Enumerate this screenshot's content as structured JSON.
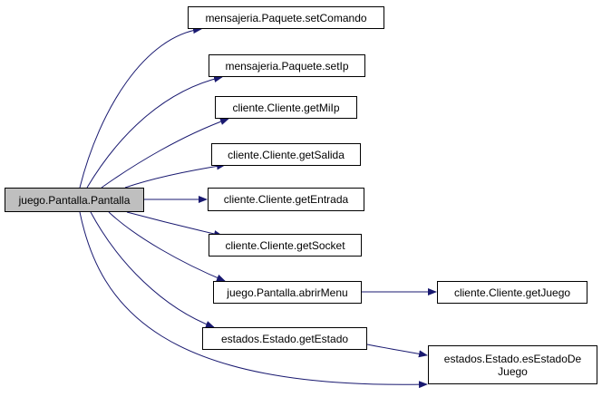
{
  "diagram": {
    "colors": {
      "edge": "#191970",
      "node_border": "#000000",
      "node_fill": "#ffffff",
      "root_fill": "#bfbfbf"
    },
    "root": {
      "id": "root",
      "label": "juego.Pantalla.Pantalla"
    },
    "nodes": [
      {
        "id": "setComando",
        "label": "mensajeria.Paquete.setComando"
      },
      {
        "id": "setIp",
        "label": "mensajeria.Paquete.setIp"
      },
      {
        "id": "getMiIp",
        "label": "cliente.Cliente.getMiIp"
      },
      {
        "id": "getSalida",
        "label": "cliente.Cliente.getSalida"
      },
      {
        "id": "getEntrada",
        "label": "cliente.Cliente.getEntrada"
      },
      {
        "id": "getSocket",
        "label": "cliente.Cliente.getSocket"
      },
      {
        "id": "abrirMenu",
        "label": "juego.Pantalla.abrirMenu"
      },
      {
        "id": "getEstado",
        "label": "estados.Estado.getEstado"
      },
      {
        "id": "getJuego",
        "label": "cliente.Cliente.getJuego"
      },
      {
        "id": "esEstadoDeJuego",
        "label_line1": "estados.Estado.esEstadoDe",
        "label_line2": "Juego"
      }
    ],
    "edges": [
      {
        "from": "root",
        "to": "setComando"
      },
      {
        "from": "root",
        "to": "setIp"
      },
      {
        "from": "root",
        "to": "getMiIp"
      },
      {
        "from": "root",
        "to": "getSalida"
      },
      {
        "from": "root",
        "to": "getEntrada"
      },
      {
        "from": "root",
        "to": "getSocket"
      },
      {
        "from": "root",
        "to": "abrirMenu"
      },
      {
        "from": "root",
        "to": "getEstado"
      },
      {
        "from": "root",
        "to": "esEstadoDeJuego"
      },
      {
        "from": "abrirMenu",
        "to": "getJuego"
      },
      {
        "from": "getEstado",
        "to": "esEstadoDeJuego"
      }
    ]
  }
}
